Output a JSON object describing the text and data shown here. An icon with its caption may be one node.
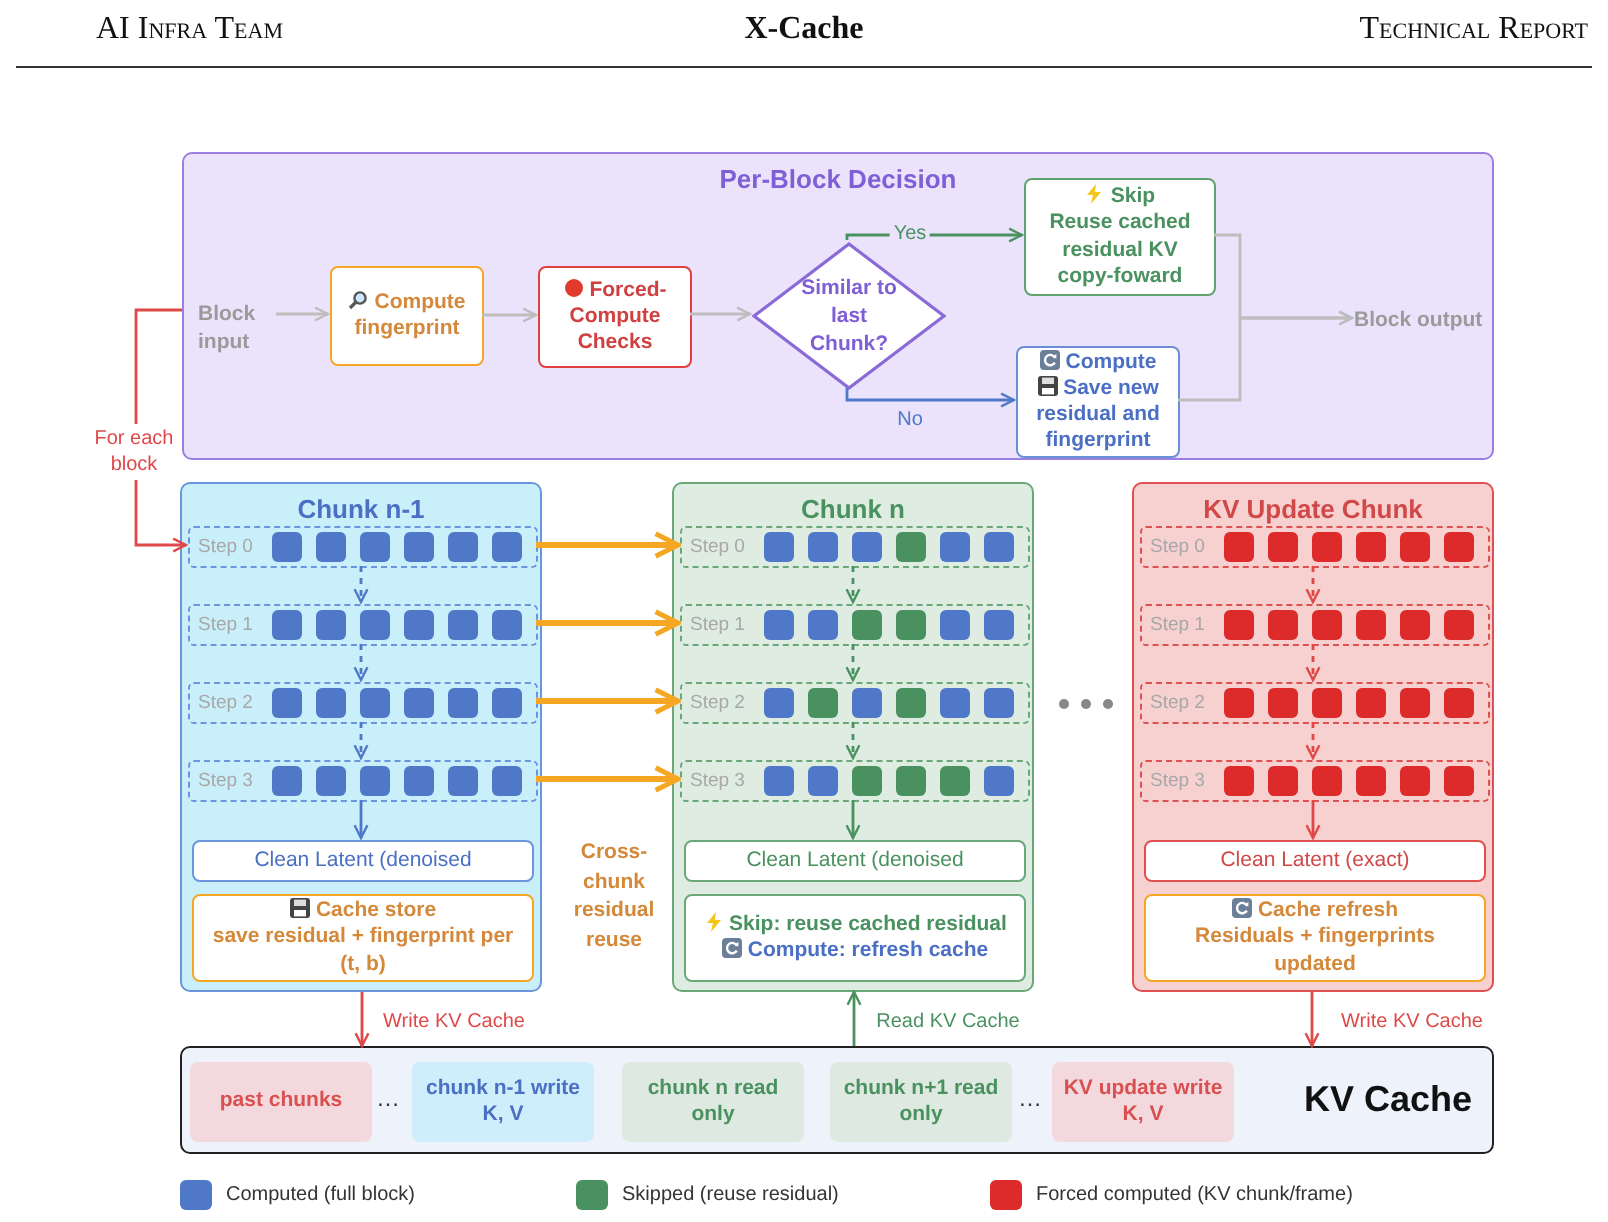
{
  "diagram": {
    "title": "X-Cache",
    "nodes": [
      {
        "text": [
          "Per-Block Decision"
        ]
      },
      {
        "text": [
          "Block input"
        ],
        "in": 0
      },
      {
        "text": [
          "Compute fingerprint"
        ],
        "in": 0
      },
      {
        "text": [
          "Forced-Compute Checks"
        ],
        "in": 0
      },
      {
        "text": [
          "Similar to last Chunk?"
        ],
        "in": 0
      },
      {
        "text": [
          "Skip",
          "Reuse cached residual KV copy-foward"
        ],
        "in": 0
      },
      {
        "text": [
          "Compute",
          "Save new residual and fingerprint"
        ],
        "in": 0
      },
      {
        "text": [
          "Block output"
        ],
        "in": 0
      },
      {
        "text": [
          "Chunk n-1"
        ]
      },
      {
        "text": [
          "Step 0"
        ],
        "in": 8
      },
      {
        "text": [
          "Step 1"
        ],
        "in": 8
      },
      {
        "text": [
          "Step 2"
        ],
        "in": 8
      },
      {
        "text": [
          "Step 3"
        ],
        "in": 8
      },
      {
        "text": [
          "Clean Latent (denoised"
        ],
        "in": 8
      },
      {
        "text": [
          "Cache store",
          "save residual + fingerprint per (t, b)"
        ],
        "in": 8
      },
      {
        "text": [
          "Chunk n"
        ]
      },
      {
        "text": [
          "Step 0"
        ],
        "in": 15
      },
      {
        "text": [
          "Step 1"
        ],
        "in": 15
      },
      {
        "text": [
          "Step 2"
        ],
        "in": 15
      },
      {
        "text": [
          "Step 3"
        ],
        "in": 15
      },
      {
        "text": [
          "Clean Latent (denoised"
        ],
        "in": 15
      },
      {
        "text": [
          "Skip: reuse cached residual",
          "Compute: refresh cache"
        ],
        "in": 15
      },
      {
        "text": [
          "KV Update Chunk"
        ]
      },
      {
        "text": [
          "Step 0"
        ],
        "in": 22
      },
      {
        "text": [
          "Step 1"
        ],
        "in": 22
      },
      {
        "text": [
          "Step 2"
        ],
        "in": 22
      },
      {
        "text": [
          "Step 3"
        ],
        "in": 22
      },
      {
        "text": [
          "Clean Latent (exact)"
        ],
        "in": 22
      },
      {
        "text": [
          "Cache refresh",
          "Residuals + fingerprints updated"
        ],
        "in": 22
      },
      {
        "text": [
          "KV Cache"
        ]
      },
      {
        "text": [
          "past chunks"
        ],
        "in": 29
      },
      {
        "text": [
          "chunk n-1 write K, V"
        ],
        "in": 29
      },
      {
        "text": [
          "chunk n read only"
        ],
        "in": 29
      },
      {
        "text": [
          "chunk n+1 read only"
        ],
        "in": 29
      },
      {
        "text": [
          "KV update write K, V"
        ],
        "in": 29
      }
    ],
    "edges": [
      {
        "from": 1,
        "to": 2,
        "arrow": "to",
        "color": "#bdbdbd"
      },
      {
        "from": 2,
        "to": 3,
        "arrow": "to",
        "color": "#bdbdbd"
      },
      {
        "from": 3,
        "to": 4,
        "arrow": "to",
        "color": "#bdbdbd"
      },
      {
        "from": 4,
        "to": 5,
        "arrow": "to",
        "label": "Yes",
        "color": "#4a9160"
      },
      {
        "from": 4,
        "to": 6,
        "arrow": "to",
        "label": "No",
        "color": "#4f78c9"
      },
      {
        "from": 5,
        "to": 7,
        "arrow": "to",
        "color": "#bdbdbd"
      },
      {
        "from": 6,
        "to": 7,
        "arrow": "to",
        "color": "#bdbdbd"
      },
      {
        "from": 0,
        "to": 9,
        "arrow": "to",
        "label": "For each block",
        "color": "#e04848"
      },
      {
        "from": 9,
        "to": 10,
        "arrow": "to",
        "style": "dashed",
        "color": "#4f78c9"
      },
      {
        "from": 10,
        "to": 11,
        "arrow": "to",
        "style": "dashed",
        "color": "#4f78c9"
      },
      {
        "from": 11,
        "to": 12,
        "arrow": "to",
        "style": "dashed",
        "color": "#4f78c9"
      },
      {
        "from": 12,
        "to": 13,
        "arrow": "to",
        "color": "#4f78c9"
      },
      {
        "from": 16,
        "to": 17,
        "arrow": "to",
        "style": "dashed",
        "color": "#4a9160"
      },
      {
        "from": 17,
        "to": 18,
        "arrow": "to",
        "style": "dashed",
        "color": "#4a9160"
      },
      {
        "from": 18,
        "to": 19,
        "arrow": "to",
        "style": "dashed",
        "color": "#4a9160"
      },
      {
        "from": 19,
        "to": 20,
        "arrow": "to",
        "color": "#4a9160"
      },
      {
        "from": 23,
        "to": 24,
        "arrow": "to",
        "style": "dashed",
        "color": "#e04848"
      },
      {
        "from": 24,
        "to": 25,
        "arrow": "to",
        "style": "dashed",
        "color": "#e04848"
      },
      {
        "from": 25,
        "to": 26,
        "arrow": "to",
        "style": "dashed",
        "color": "#e04848"
      },
      {
        "from": 26,
        "to": 27,
        "arrow": "to",
        "color": "#e04848"
      },
      {
        "from": 9,
        "to": 16,
        "arrow": "to",
        "style": "thick",
        "color": "#f5a623"
      },
      {
        "from": 10,
        "to": 17,
        "arrow": "to",
        "style": "thick",
        "color": "#f5a623"
      },
      {
        "from": 11,
        "to": 18,
        "arrow": "to",
        "style": "thick",
        "color": "#f5a623"
      },
      {
        "from": 12,
        "to": 19,
        "arrow": "to",
        "style": "thick",
        "color": "#f5a623"
      },
      {
        "from": 8,
        "to": 29,
        "arrow": "to",
        "label": "Write KV Cache",
        "color": "#e04848"
      },
      {
        "from": 29,
        "to": 15,
        "arrow": "to",
        "label": "Read KV Cache",
        "color": "#4a9160"
      },
      {
        "from": 22,
        "to": 29,
        "arrow": "to",
        "label": "Write KV Cache",
        "color": "#e04848"
      }
    ],
    "labels": [
      "AI Infra Team",
      "Technical Report",
      "Cross-chunk residual reuse",
      "…",
      "…"
    ],
    "legend": [
      {
        "text": "Computed (full block)",
        "color": "#4f78c9"
      },
      {
        "text": "Skipped (reuse residual)",
        "color": "#4a9160"
      },
      {
        "text": "Forced computed (KV chunk/frame)",
        "color": "#dd2a2a"
      }
    ]
  }
}
